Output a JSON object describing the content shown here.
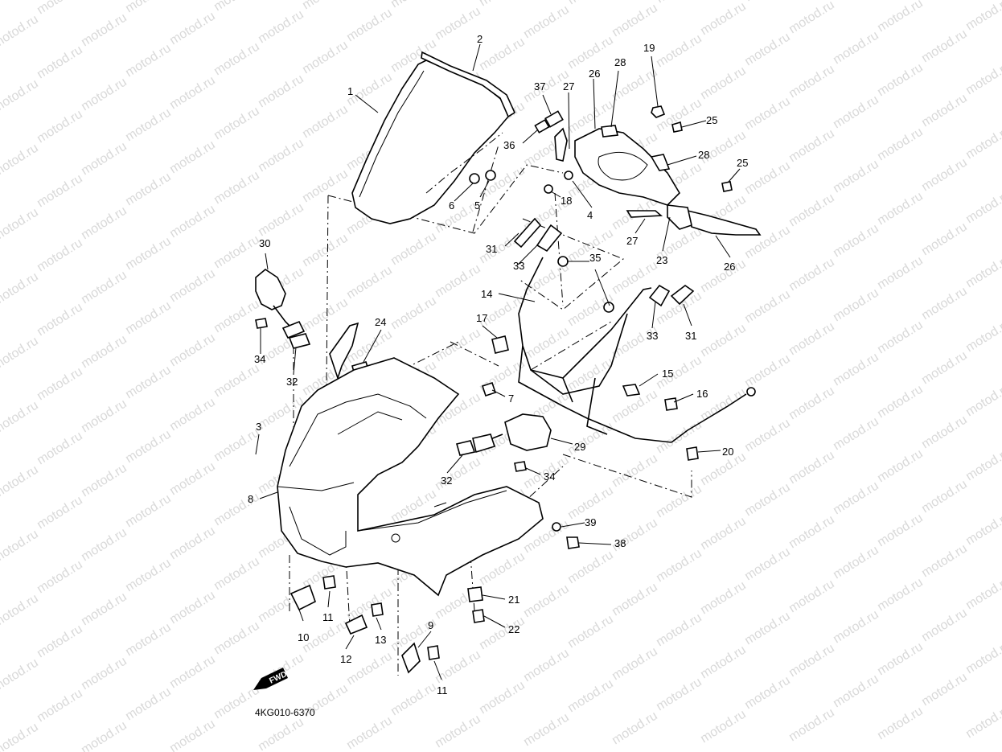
{
  "watermark": "motod.ru",
  "diagram_code": "4KG010-6370",
  "fwd_label": "FWD",
  "callouts": [
    "1",
    "2",
    "3",
    "4",
    "5",
    "6",
    "7",
    "8",
    "9",
    "10",
    "11",
    "11",
    "12",
    "13",
    "14",
    "15",
    "16",
    "17",
    "18",
    "19",
    "20",
    "21",
    "22",
    "23",
    "24",
    "25",
    "25",
    "26",
    "26",
    "27",
    "27",
    "28",
    "28",
    "29",
    "30",
    "31",
    "31",
    "32",
    "32",
    "33",
    "33",
    "34",
    "34",
    "35",
    "36",
    "37",
    "38",
    "39"
  ]
}
